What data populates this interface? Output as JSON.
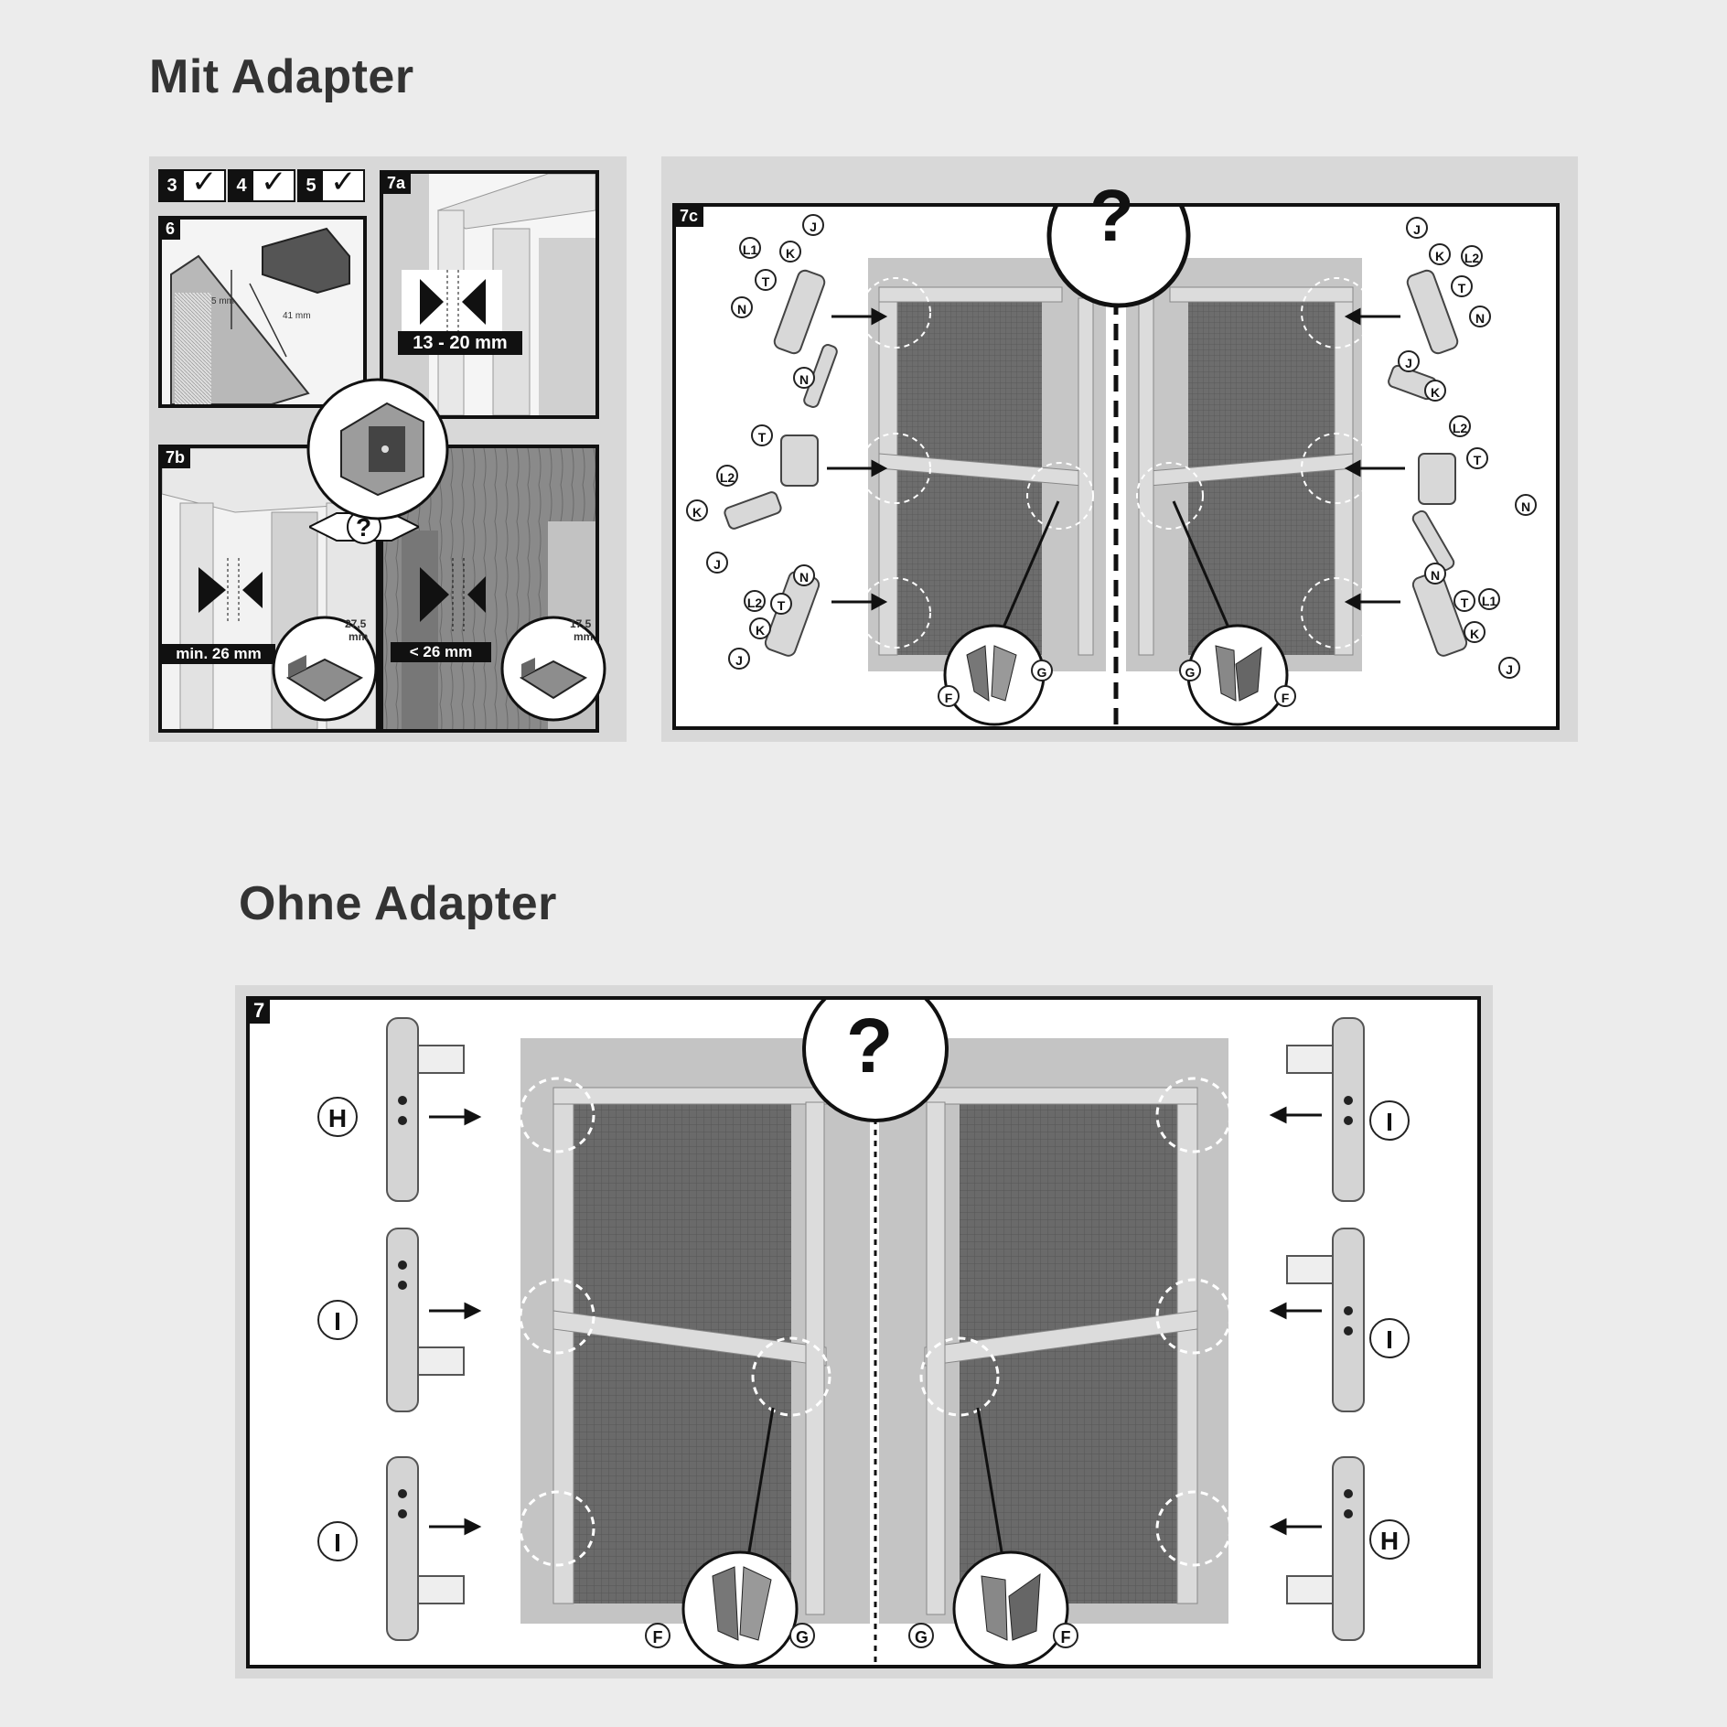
{
  "headings": {
    "with_adapter": "Mit Adapter",
    "without_adapter": "Ohne Adapter"
  },
  "top": {
    "checks": [
      {
        "num": "3"
      },
      {
        "num": "4"
      },
      {
        "num": "5"
      }
    ],
    "step6": {
      "tag": "6",
      "dim_a": "5 mm",
      "dim_b": "41 mm"
    },
    "step7a": {
      "tag": "7a",
      "range": "13 - 20 mm"
    },
    "step7b": {
      "tag": "7b",
      "question": "?",
      "min_label": "min. 26 mm",
      "lt_label": "< 26 mm",
      "width_a": "27,5",
      "width_a_unit": "mm",
      "width_b": "17,5",
      "width_b_unit": "mm"
    },
    "step7c": {
      "tag": "7c",
      "question": "?",
      "labels_left": [
        "J",
        "L1",
        "K",
        "T",
        "N",
        "N",
        "T",
        "L2",
        "K",
        "J",
        "N",
        "L2",
        "T",
        "K",
        "J"
      ],
      "labels_right": [
        "J",
        "K",
        "L2",
        "T",
        "N",
        "J",
        "K",
        "L2",
        "T",
        "N",
        "N",
        "T",
        "L1",
        "K",
        "J"
      ],
      "bottom_left": [
        "F",
        "G"
      ],
      "bottom_right": [
        "G",
        "F"
      ]
    }
  },
  "bottom": {
    "tag": "7",
    "question": "?",
    "left_labels": [
      "H",
      "I",
      "I"
    ],
    "right_labels": [
      "I",
      "I",
      "H"
    ],
    "bottom_left": [
      "F",
      "G"
    ],
    "bottom_right": [
      "G",
      "F"
    ]
  }
}
